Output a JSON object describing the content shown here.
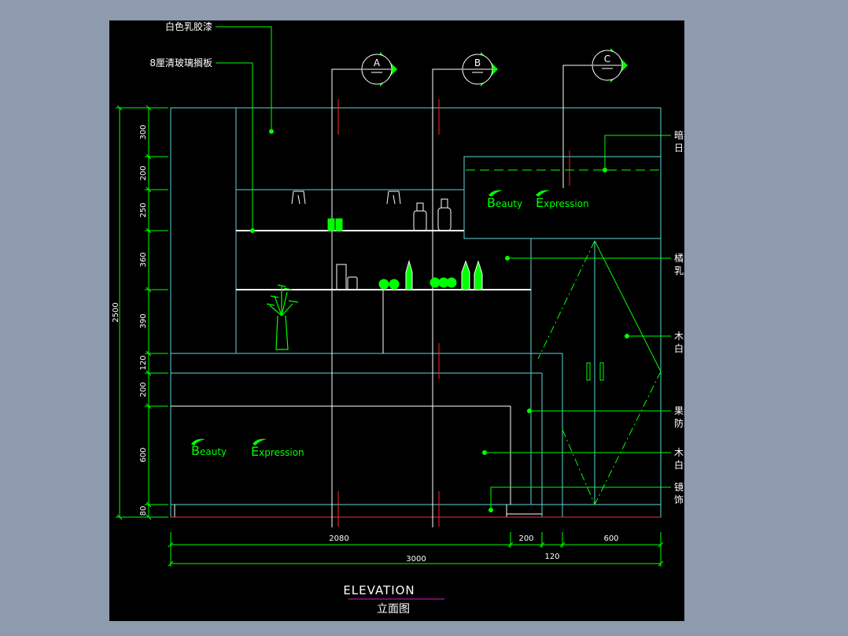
{
  "drawing": {
    "title": "ELEVATION",
    "subtitle": "立面图",
    "colors": {
      "background": "#000000",
      "outline": "#5fd6d6",
      "annotation": "#00ff00",
      "text": "#ffffff",
      "centerline": "#ff2020",
      "title_underline": "#d020d0"
    },
    "section_markers": [
      {
        "letter": "A",
        "icon": "section-arrow-icon"
      },
      {
        "letter": "B",
        "icon": "section-arrow-icon"
      },
      {
        "letter": "C",
        "icon": "section-arrow-icon"
      }
    ],
    "vertical_dimensions": {
      "total": "2500",
      "segments": [
        "300",
        "200",
        "250",
        "360",
        "390",
        "120",
        "200",
        "600",
        "80"
      ]
    },
    "horizontal_dimensions": {
      "segments": [
        "2080",
        "200",
        "120",
        "600"
      ],
      "total": "3000"
    },
    "labels": [
      {
        "lines": [
          "白色乳胶漆"
        ]
      },
      {
        "lines": [
          "8厘清玻璃搁板"
        ]
      },
      {
        "lines": [
          "暗藏",
          "日光灯带"
        ]
      },
      {
        "lines": [
          "橘黄色",
          "乳胶漆"
        ]
      },
      {
        "lines": [
          "木夹板",
          "白色漆"
        ]
      },
      {
        "lines": [
          "果绿色",
          "防火板"
        ]
      },
      {
        "lines": [
          "木夹板",
          "白色漆"
        ]
      },
      {
        "lines": [
          "镜面不锈钢",
          "饰面踢脚线"
        ]
      }
    ],
    "logo_upper": {
      "first": "B",
      "rest1": "eauty",
      "second": "E",
      "rest2": "xpression"
    },
    "logo_lower": {
      "first": "B",
      "rest1": "eauty",
      "second": "E",
      "rest2": "xpression"
    }
  }
}
